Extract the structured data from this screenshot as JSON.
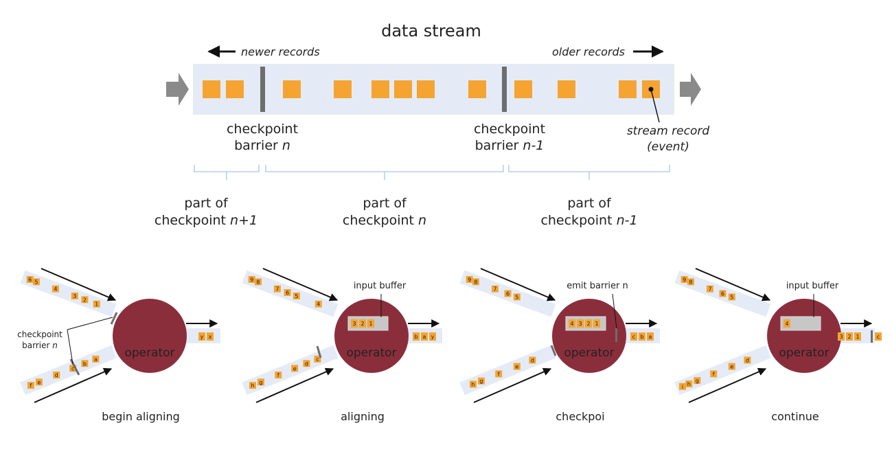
{
  "top": {
    "title": "data stream",
    "newer_label": "newer records",
    "older_label": "older records",
    "barrier_n": {
      "line1": "checkpoint",
      "line2_prefix": "barrier ",
      "line2_em": "n"
    },
    "barrier_n1": {
      "line1": "checkpoint",
      "line2_prefix": "barrier ",
      "line2_em": "n-1"
    },
    "stream_record": {
      "line1": "stream record",
      "line2": "(event)"
    },
    "parts": [
      {
        "line1": "part of",
        "line2_prefix": "checkpoint ",
        "line2_em": "n+1"
      },
      {
        "line1": "part of",
        "line2_prefix": "checkpoint ",
        "line2_em": "n"
      },
      {
        "line1": "part of",
        "line2_prefix": "checkpoint ",
        "line2_em": "n-1"
      }
    ]
  },
  "panels": [
    {
      "caption": "begin aligning",
      "operator_label": "operator",
      "upper_records": [
        "6",
        "5",
        "4",
        "3",
        "2",
        "1"
      ],
      "lower_records": [
        "f",
        "e",
        "d",
        "c",
        "b",
        "a"
      ],
      "output_records": [
        "y",
        "x"
      ],
      "annotation": {
        "line1": "checkpoint",
        "line2_prefix": "barrier ",
        "line2_em": "n"
      }
    },
    {
      "caption": "aligning",
      "operator_label": "operator",
      "upper_records": [
        "9",
        "8",
        "7",
        "6",
        "5",
        "4"
      ],
      "lower_records": [
        "h",
        "g",
        "f",
        "e",
        "d",
        "c"
      ],
      "output_records": [
        "b",
        "a",
        "y"
      ],
      "buffer_label": "input buffer",
      "buffer_records": [
        "3",
        "2",
        "1"
      ]
    },
    {
      "caption": "checkpoi",
      "operator_label": "operator",
      "upper_records": [
        "9",
        "8",
        "7",
        "6",
        "5"
      ],
      "lower_records": [
        "h",
        "g",
        "f",
        "e",
        "d"
      ],
      "output_records": [
        "c",
        "b",
        "a"
      ],
      "buffer_label": "emit barrier n",
      "buffer_records": [
        "4",
        "3",
        "2",
        "1"
      ]
    },
    {
      "caption": "continue",
      "operator_label": "operator",
      "upper_records": [
        "9",
        "8",
        "7",
        "6",
        "5"
      ],
      "lower_records": [
        "i",
        "h",
        "g",
        "f",
        "e",
        "d"
      ],
      "output_records": [
        "3",
        "2",
        "1",
        "c"
      ],
      "buffer_label": "input buffer",
      "buffer_records": [
        "4"
      ]
    }
  ],
  "colors": {
    "record": "#f5a431",
    "stream_band": "#e4ebf7",
    "barrier": "#6d6d6d",
    "operator": "#8b2e3c",
    "buffer": "#c7c7c7",
    "arrow": "#111111",
    "bracket": "#a9c4ea"
  }
}
